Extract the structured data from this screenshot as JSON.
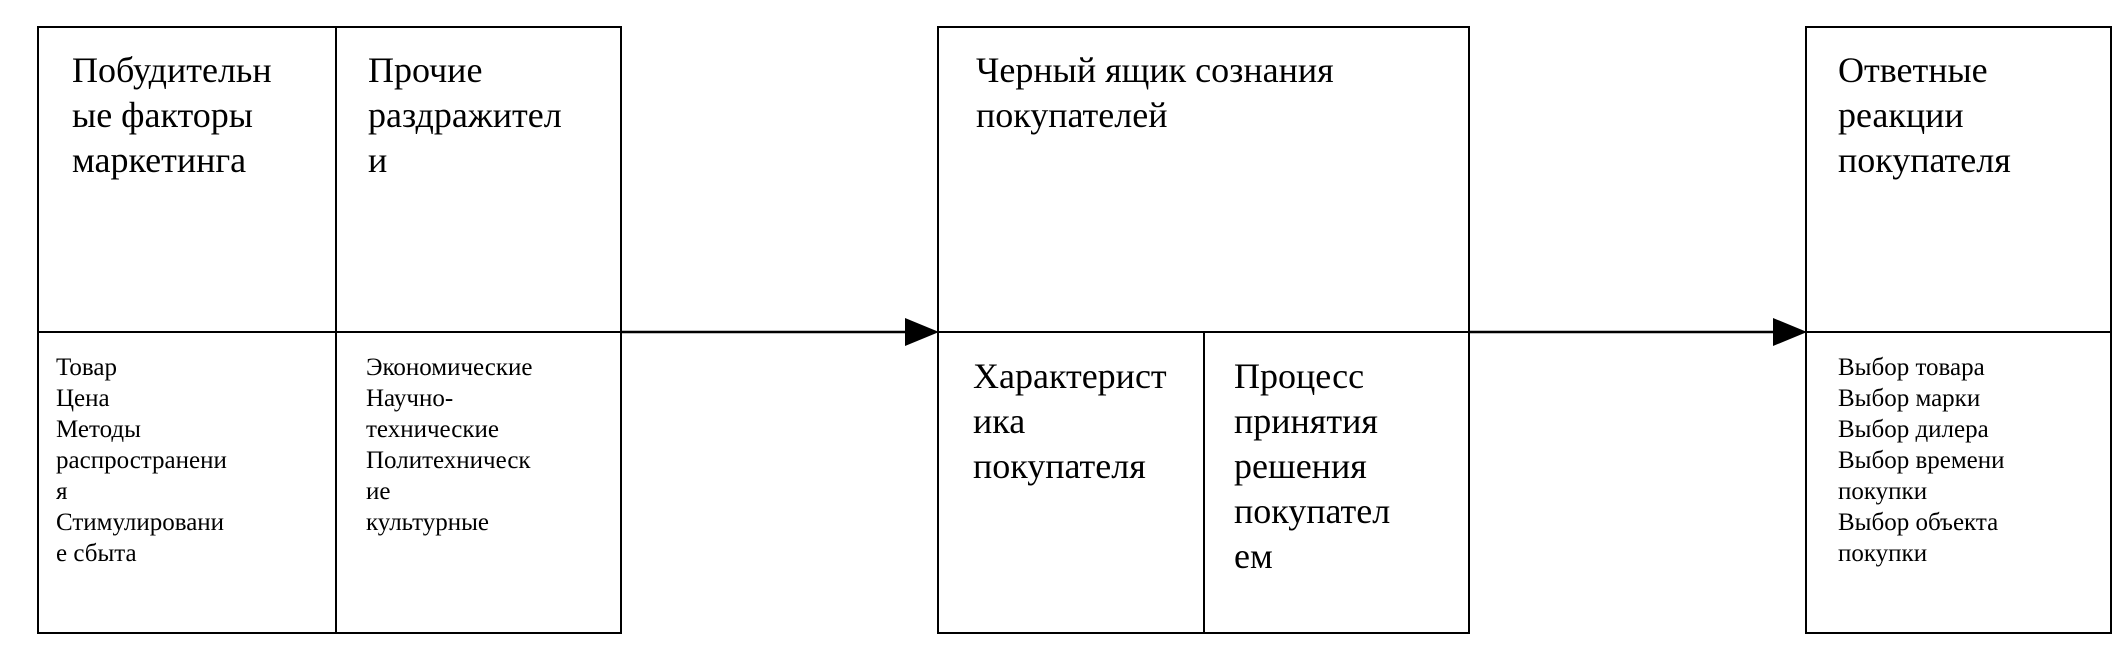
{
  "stimuli": {
    "marketing_title": "Побудительн\nые факторы\nмаркетинга",
    "marketing_items": "Товар\nЦена\nМетоды\nраспространени\nя\nСтимулировани\nе сбыта",
    "other_title": "Прочие\nраздражител\nи",
    "other_items": "Экономические\nНаучно-\nтехнические\nПолитехническ\nие\nкультурные"
  },
  "black_box": {
    "title": "Черный ящик сознания\nпокупателей",
    "characteristics": "Характерист\nика\nпокупателя",
    "decision_process": "Процесс\nпринятия\nрешения\nпокупател\nем"
  },
  "responses": {
    "title": "Ответные\nреакции\nпокупателя",
    "items": "Выбор товара\nВыбор марки\nВыбор дилера\nВыбор времени\nпокупки\nВыбор объекта\nпокупки"
  }
}
